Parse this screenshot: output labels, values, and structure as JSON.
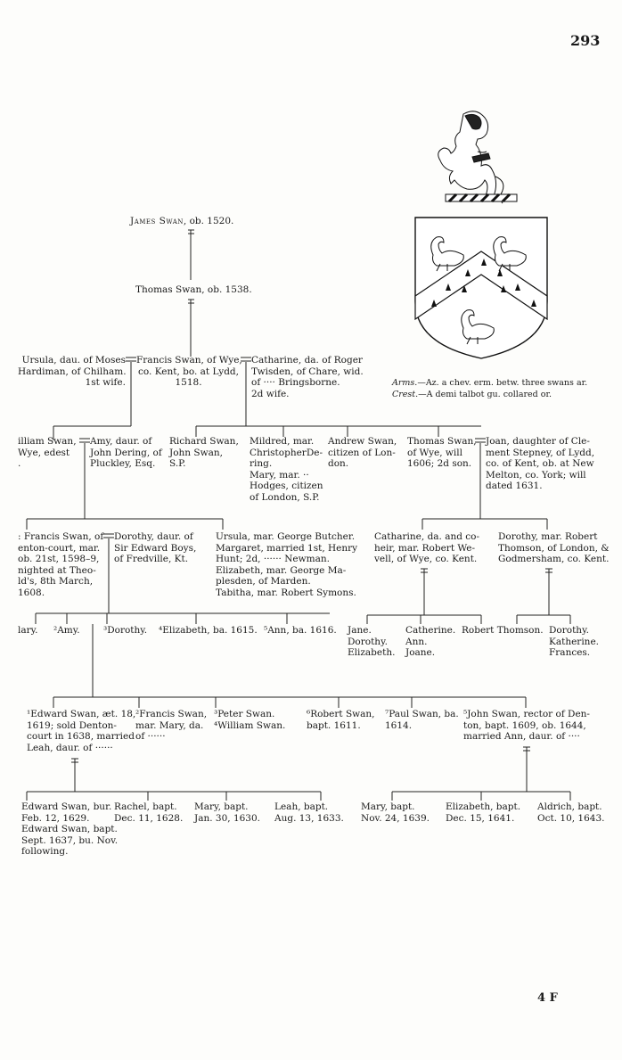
{
  "page_number": "293",
  "signature": "4 F",
  "arms_caption": {
    "arms_label": "Arms.",
    "arms_text": "—Az. a chev. erm. betw. three swans ar.",
    "crest_label": "Crest.",
    "crest_text": "—A demi talbot gu. collared or."
  },
  "gen1": {
    "name": "James Swan",
    "text": ", ob. 1520."
  },
  "gen2": {
    "text": "Thomas Swan, ob. 1538."
  },
  "gen3": {
    "ursula": "Ursula, dau. of Moses\nHardiman, of Chilham.\n1st wife.",
    "francis": "Francis Swan, of Wye,\nco. Kent, bo. at Lydd,\n1518.",
    "catharine": "Catharine, da. of Roger\nTwisden, of Chare, wid.\nof ···· Bringsborne.\n2d wife."
  },
  "gen4": {
    "william": "illiam Swan,\nWye, edest\n.",
    "amy": "Amy, daur. of\nJohn Dering, of\nPluckley, Esq.",
    "richard": "Richard Swan,\nJohn Swan,\nS.P.",
    "mildred": "Mildred, mar.\nChristopherDe-\nring.\nMary, mar. ··\nHodges, citizen\nof London, S.P.",
    "andrew": "Andrew Swan,\ncitizen of Lon-\ndon.",
    "thomas": "Thomas Swan,\nof Wye, will\n1606; 2d son.",
    "joan": "Joan, daughter of Cle-\nment Stepney, of Lydd,\nco. of Kent, ob. at New\nMelton, co. York; will\ndated 1631."
  },
  "gen5": {
    "francis": ": Francis Swan, of\nenton-court, mar.\nob. 21st, 1598–9,\nnighted at Theo-\nld's, 8th March,\n1608.",
    "dorothy": "Dorothy, daur. of\nSir Edward Boys,\nof Fredville, Kt.",
    "ursula": "Ursula, mar. George Butcher.\nMargaret, married 1st, Henry\nHunt; 2d, ······ Newman.\nElizabeth, mar. George Ma-\nplesden, of Marden.\nTabitha, mar. Robert Symons.",
    "catharine": "Catharine, da. and co-\nheir, mar. Robert We-\nvell, of Wye, co. Kent.",
    "dorothy2": "Dorothy, mar. Robert\nThomson, of London, &\nGodmersham, co. Kent."
  },
  "gen6": {
    "mary": "lary.",
    "amy": "²Amy.",
    "dorothy": "³Dorothy.",
    "elizabeth": "⁴Elizabeth, ba. 1615.",
    "ann": "⁵Ann, ba. 1616.",
    "jane": "Jane.\nDorothy.\nElizabeth.",
    "catherine": "Catherine.\nAnn.\nJoane.",
    "robert": "Robert Thomson.",
    "dorothy2": "Dorothy.\nKatherine.\nFrances."
  },
  "gen7": {
    "edward": "¹Edward Swan, æt. 18,\n1619; sold Denton-\ncourt in 1638, married\nLeah, daur. of ······",
    "francis": "²Francis Swan,\nmar. Mary, da.\nof ······",
    "peter": "³Peter Swan.\n⁴William Swan.",
    "robert": "⁶Robert Swan,\nbapt. 1611.",
    "paul": "⁷Paul Swan, ba.\n1614.",
    "john": "⁵John Swan, rector of Den-\nton, bapt. 1609, ob. 1644,\nmarried Ann, daur. of ····"
  },
  "gen8": {
    "edward": "Edward Swan, bur.\nFeb. 12, 1629.\nEdward Swan, bapt.\nSept. 1637, bu. Nov.\nfollowing.",
    "rachel": "Rachel, bapt.\nDec. 11, 1628.",
    "mary": "Mary, bapt.\nJan. 30, 1630.",
    "leah": "Leah, bapt.\nAug. 13, 1633.",
    "mary2": "Mary, bapt.\nNov. 24, 1639.",
    "elizabeth": "Elizabeth, bapt.\nDec. 15, 1641.",
    "aldrich": "Aldrich, bapt.\nOct. 10, 1643."
  },
  "colors": {
    "ink": "#1a1a1a",
    "paper": "#fdfdfb"
  }
}
